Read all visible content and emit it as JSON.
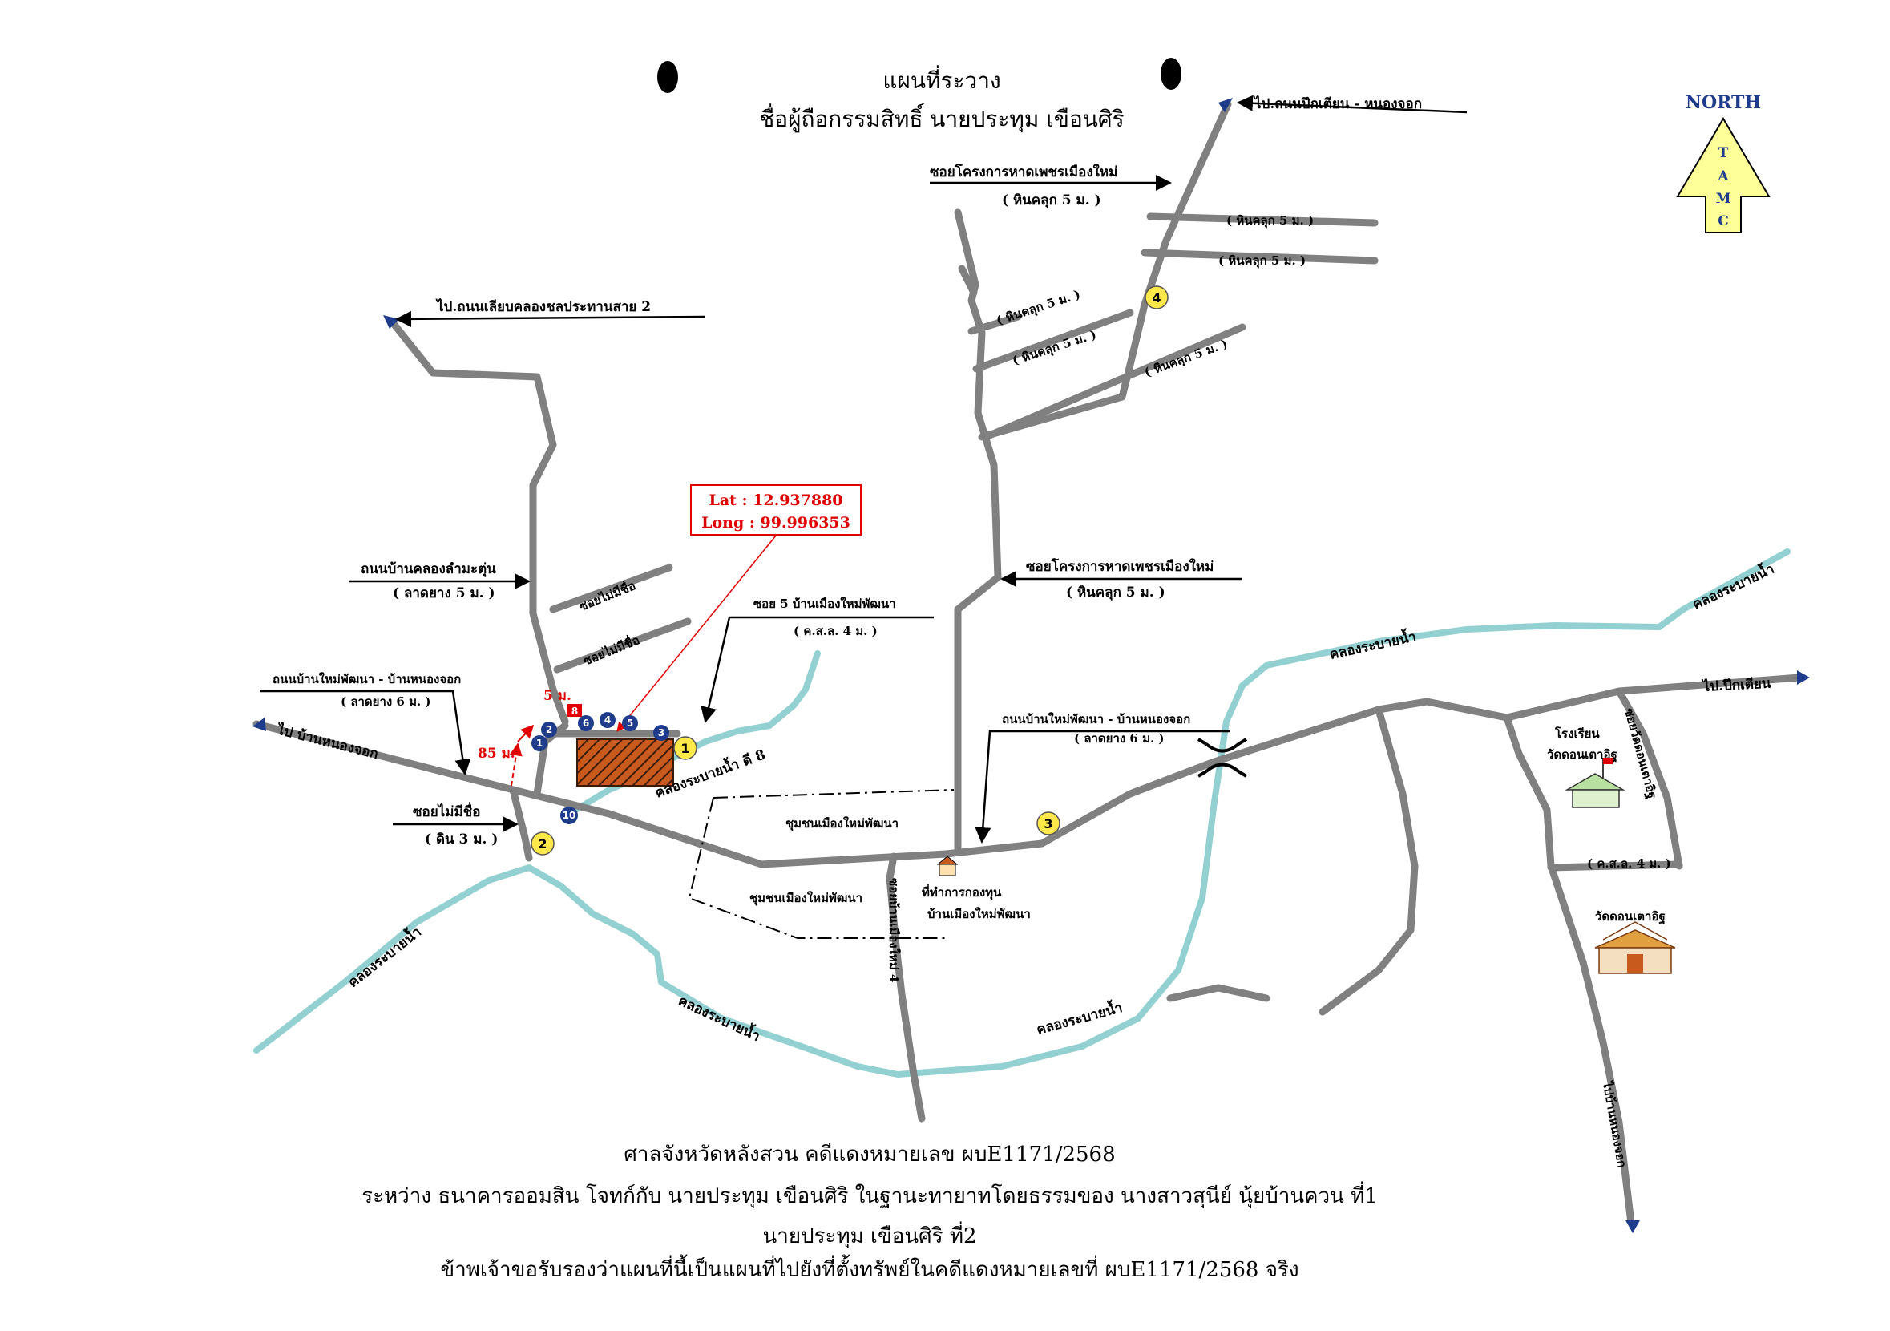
{
  "header": {
    "title": "แผนที่ระวาง",
    "owner": "ชื่อผู้ถือกรรมสิทธิ์ นายประทุม เขือนศิริ"
  },
  "north_sign": {
    "label": "NORTH",
    "letters": [
      "T",
      "A",
      "M",
      "C"
    ],
    "fill": "#ffff99"
  },
  "coords": {
    "lat": "Lat : 12.937880",
    "long": "Long : 99.996353",
    "color": "#e00000"
  },
  "labels": {
    "to_paek_tian_nong_chok": "ไป.ถนนปึกเตียน - หนองจอก",
    "soi_project_top": "ซอยโครงการหาดเพชรเมืองใหม่",
    "gravel_5m_paren": "( หินคลุก 5 ม. )",
    "gravel_5m": "( หินคลุก 5 ม. )",
    "to_canal_road": "ไป.ถนนเลียบคลองชลประทานสาย 2",
    "road_khlong_lam": "ถนนบ้านคลองลำมะตุ่น",
    "asphalt_5m": "( ลาดยาง 5 ม. )",
    "soi_no_name": "ซอยไม่มีชื่อ",
    "soi5": "ซอย 5 บ้านเมืองใหม่พัฒนา",
    "ksl_4m": "( ค.ส.ล. 4 ม. )",
    "road_mai_phatthana": "ถนนบ้านใหม่พัฒนา - บ้านหนองจอก",
    "asphalt_6m": "( ลาดยาง 6 ม. )",
    "to_nong_chok": "ไป บ้านหนองจอก",
    "dist_5m": "5 ม.",
    "dist_85m": "85 ม.",
    "canal_8": "คลองระบายน้ำ ดี 8",
    "soi_no_name_dirt": "ซอยไม่มีชื่อ",
    "dirt_3m": "( ดิน 3 ม. )",
    "soi_project_mid": "ซอยโครงการหาดเพชรเมืองใหม่",
    "road_mid": "ถนนบ้านใหม่พัฒนา - บ้านหนองจอก",
    "community_1": "ชุมชนเมืองใหม่พัฒนา",
    "community_2": "ชุมชนเมืองใหม่พัฒนา",
    "fund_office_1": "ที่ทำการกองทุน",
    "fund_office_2": "บ้านเมืองใหม่พัฒนา",
    "soi_vertical": "ซอยบ้านเมืองใหม่ 4",
    "canal": "คลองระบายน้ำ",
    "to_paek_tian": "ไป.ปึกเตียน",
    "school_1": "โรงเรียน",
    "school_2": "วัดดอนเตาอิฐ",
    "temple": "วัดดอนเตาอิฐ",
    "soi_wat": "ซอยวัดดอนเตาอิฐ",
    "ksl_4m_b": "( ค.ส.ล. 4 ม. )",
    "to_ban_nong_chok": "ไปบ้านหนองจอก"
  },
  "markers": [
    "1",
    "2",
    "3",
    "4"
  ],
  "pins": [
    "1",
    "2",
    "6",
    "4",
    "5",
    "3",
    "10"
  ],
  "plot_marker": "8",
  "footer": {
    "line1": "ศาลจังหวัดหลังสวน คดีแดงหมายเลข ผบE1171/2568",
    "line2": "ระหว่าง ธนาคารออมสิน โจทก์กับ นายประทุม เขือนศิริ ในฐานะทายาทโดยธรรมของ นางสาวสุนีย์ นุ้ยบ้านควน ที่1",
    "line3": "นายประทุม เขือนศิริ ที่2",
    "line4": "ข้าพเจ้าขอรับรองว่าแผนที่นี้เป็นแผนที่ไปยังที่ตั้งทรัพย์ในคดีแดงหมายเลขที่ ผบE1171/2568 จริง"
  },
  "colors": {
    "road": "#808080",
    "river": "#93d0d2",
    "pin": "#1f3c8c",
    "marker": "#ffe84a",
    "plot": "#c85a1e"
  }
}
